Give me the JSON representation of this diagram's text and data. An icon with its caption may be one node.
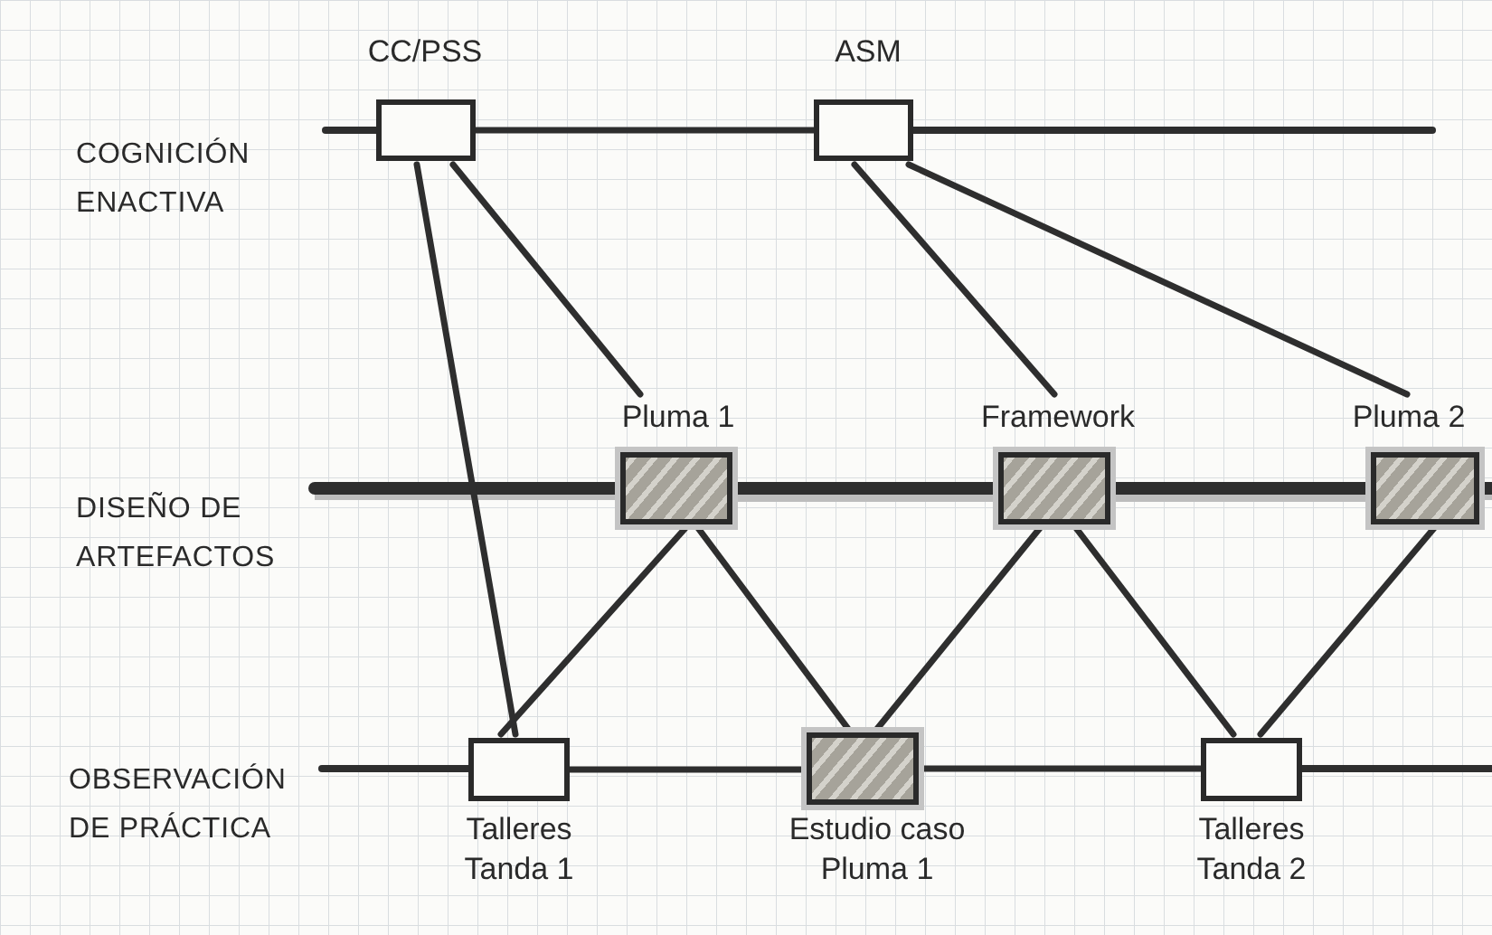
{
  "diagram": {
    "nodes": [
      {
        "text": [],
        "shape": "box",
        "beside": [
          "CC/PSS"
        ]
      },
      {
        "text": [],
        "shape": "box",
        "beside": [
          "ASM"
        ]
      },
      {
        "text": [],
        "shape": "box",
        "beside": [
          "Pluma 1"
        ]
      },
      {
        "text": [],
        "shape": "box",
        "beside": [
          "Framework"
        ]
      },
      {
        "text": [],
        "shape": "box",
        "beside": [
          "Pluma 2"
        ]
      },
      {
        "text": [],
        "shape": "box",
        "beside": [
          "Talleres Tanda 1"
        ]
      },
      {
        "text": [],
        "shape": "box",
        "beside": [
          "Estudio caso Pluma 1"
        ]
      },
      {
        "text": [],
        "shape": "box",
        "beside": [
          "Talleres Tanda 2"
        ]
      }
    ],
    "edges": [
      {
        "from": 0,
        "to": 1,
        "arrow": "none"
      },
      {
        "from": 2,
        "to": 3,
        "arrow": "none",
        "style": "thick"
      },
      {
        "from": 3,
        "to": 4,
        "arrow": "none",
        "style": "thick"
      },
      {
        "from": 5,
        "to": 6,
        "arrow": "none"
      },
      {
        "from": 6,
        "to": 7,
        "arrow": "none"
      },
      {
        "from": 0,
        "to": 5,
        "arrow": "none"
      },
      {
        "from": 0,
        "to": 2,
        "arrow": "none"
      },
      {
        "from": 1,
        "to": 3,
        "arrow": "none"
      },
      {
        "from": 1,
        "to": 4,
        "arrow": "none"
      },
      {
        "from": 2,
        "to": 5,
        "arrow": "none"
      },
      {
        "from": 2,
        "to": 6,
        "arrow": "none"
      },
      {
        "from": 3,
        "to": 6,
        "arrow": "none"
      },
      {
        "from": 3,
        "to": 7,
        "arrow": "none"
      },
      {
        "from": 4,
        "to": 7,
        "arrow": "none"
      }
    ],
    "labels": [
      "COGNICIÓN ENACTIVA",
      "DISEÑO DE ARTEFACTOS",
      "OBSERVACIÓN DE PRÁCTICA"
    ]
  }
}
